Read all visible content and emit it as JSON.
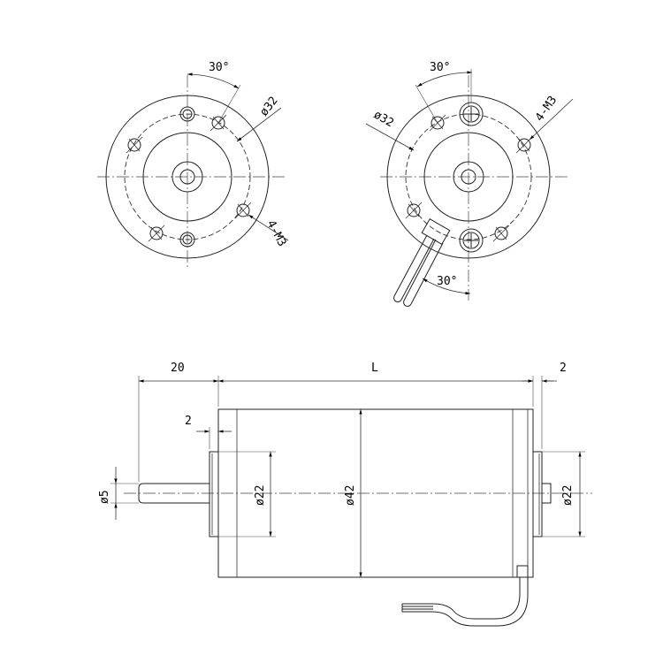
{
  "front_view": {
    "angle": "30°",
    "bolt_circle": "ø32",
    "thread": "4-M3"
  },
  "rear_view": {
    "angle_top": "30°",
    "angle_bottom": "30°",
    "bolt_circle": "ø32",
    "thread": "4-M3"
  },
  "side_view": {
    "shaft_length": "20",
    "body_length": "L",
    "rear_boss": "2",
    "front_boss": "2",
    "shaft_dia": "ø5",
    "front_boss_dia": "ø22",
    "body_dia": "ø42",
    "rear_boss_dia": "ø22"
  }
}
